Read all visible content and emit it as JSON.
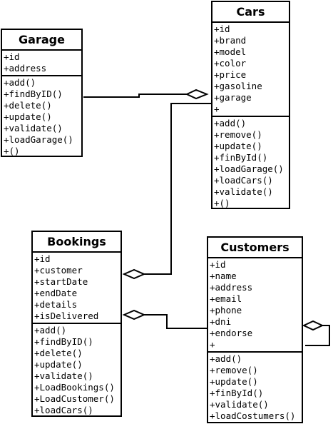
{
  "classes": {
    "garage": {
      "name": "Garage",
      "attributes": [
        "+id",
        "+address"
      ],
      "methods": [
        "+add()",
        "+findByID()",
        "+delete()",
        "+update()",
        "+validate()",
        "+loadGarage()",
        "+()"
      ]
    },
    "cars": {
      "name": "Cars",
      "attributes": [
        "+id",
        "+brand",
        "+model",
        "+color",
        "+price",
        "+gasoline",
        "+garage",
        "+"
      ],
      "methods": [
        "+add()",
        "+remove()",
        "+update()",
        "+finById()",
        "+loadGarage()",
        "+loadCars()",
        "+validate()",
        "+()"
      ]
    },
    "bookings": {
      "name": "Bookings",
      "attributes": [
        "+id",
        "+customer",
        "+startDate",
        "+endDate",
        "+details",
        "+isDelivered"
      ],
      "methods": [
        "+add()",
        "+findByID()",
        "+delete()",
        "+update()",
        "+validate()",
        "+LoadBookings()",
        "+LoadCustomer()",
        "+loadCars()"
      ]
    },
    "customers": {
      "name": "Customers",
      "attributes": [
        "+id",
        "+name",
        "+address",
        "+email",
        "+phone",
        "+dni",
        "+endorse",
        "+"
      ],
      "methods": [
        "+add()",
        "+remove()",
        "+update()",
        "+finById()",
        "+validate()",
        "+loadCostumers()"
      ]
    }
  },
  "relations": [
    {
      "from": "garage",
      "to": "cars",
      "type": "aggregation"
    },
    {
      "from": "cars",
      "to": "bookings",
      "type": "aggregation"
    },
    {
      "from": "customers",
      "to": "bookings",
      "type": "aggregation"
    },
    {
      "from": "customers",
      "to": "customers",
      "type": "aggregation"
    }
  ]
}
